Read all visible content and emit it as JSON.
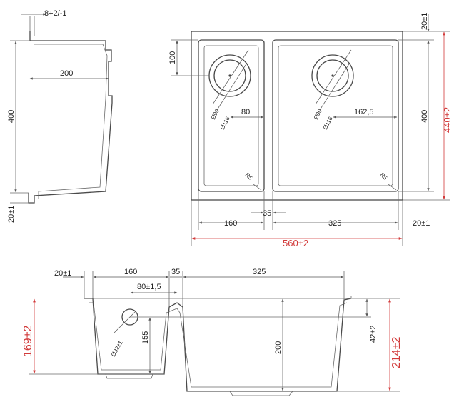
{
  "colors": {
    "line": "#4a4a4a",
    "dimension": "#555555",
    "accent": "#d23a3a",
    "background": "#ffffff"
  },
  "side_view": {
    "top_tolerance": "8+2/-1",
    "width": "200",
    "height": "400",
    "bottom_offset": "20±1"
  },
  "top_view": {
    "drain_offset": "100",
    "top_margin": "20±1",
    "small_bowl": {
      "hole_inner": "Ø90",
      "hole_outer": "Ø116",
      "hole_x": "80",
      "radius": "R5"
    },
    "large_bowl": {
      "hole_inner": "Ø90",
      "hole_outer": "Ø116",
      "hole_x": "162,5",
      "radius": "R5"
    },
    "inner_height": "400",
    "total_height": "440±2",
    "small_width": "160",
    "gap": "35",
    "large_width": "325",
    "right_margin": "20±1",
    "total_width": "560±2"
  },
  "section_view": {
    "left_margin": "20±1",
    "small_width": "160",
    "gap": "35",
    "large_width": "325",
    "overflow_offset": "80±1,5",
    "overflow_diameter": "Ø32±1",
    "small_depth": "155",
    "large_depth": "200",
    "rim_depth": "42±2",
    "small_total_depth": "169±2",
    "large_total_depth": "214±2"
  }
}
